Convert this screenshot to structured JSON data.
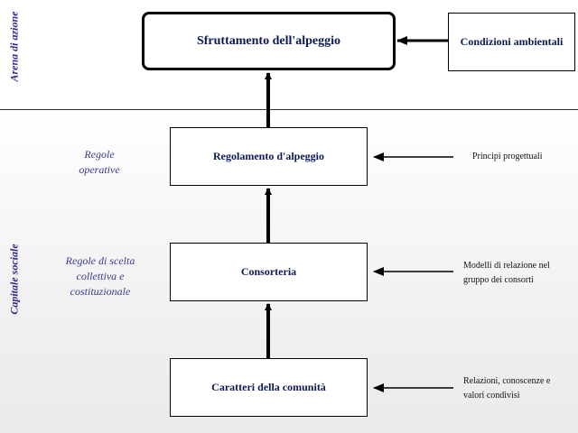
{
  "sections": {
    "top_label": "Arena di azione",
    "bottom_label": "Capitale sociale"
  },
  "boxes": {
    "sfruttamento": "Sfruttamento dell'alpeggio",
    "condizioni": "Condizioni ambientali",
    "regolamento": "Regolamento d'alpeggio",
    "consorteria": "Consorteria",
    "caratteri": "Caratteri della comunità"
  },
  "left_notes": {
    "operative": "Regole\noperative",
    "scelta": "Regole di scelta\ncollettiva e\ncostituzionale"
  },
  "right_notes": {
    "principi": "Principi progettuali",
    "modelli": "Modelli di relazione nel\ngruppo dei consorti",
    "relazioni": "Relazioni, conoscenze e\nvalori condivisi"
  }
}
